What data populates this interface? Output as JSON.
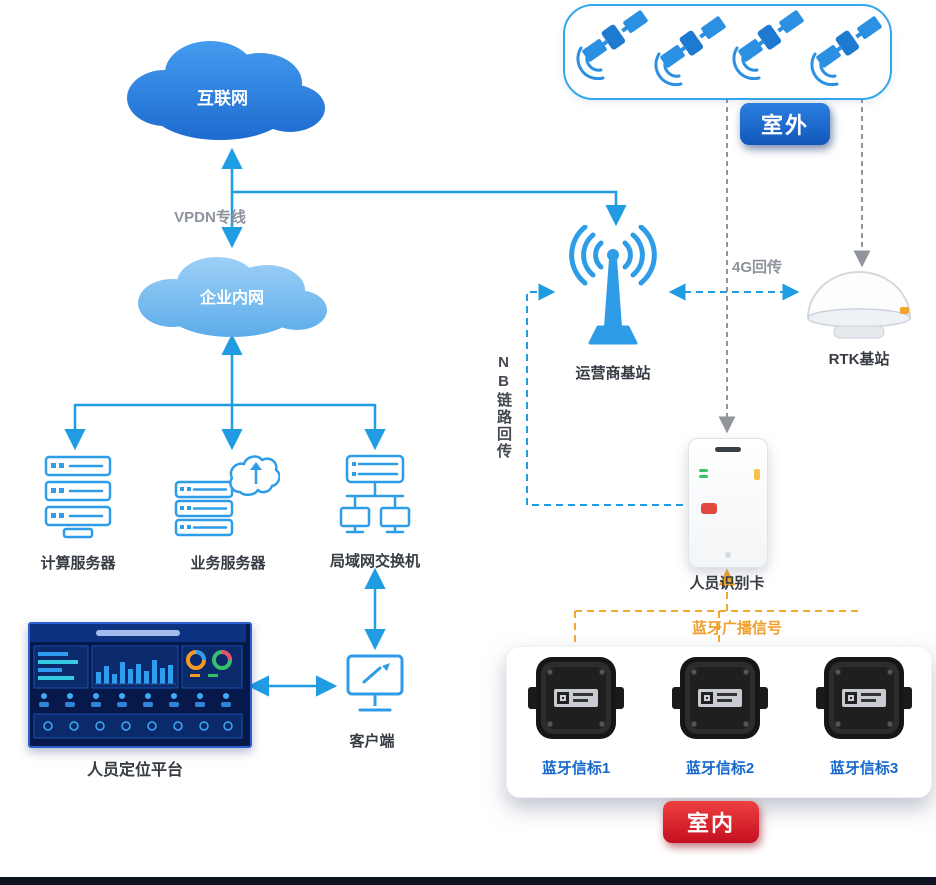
{
  "palette": {
    "accent_blue": "#1f9ce2",
    "cloud_blue_dark": "#1a67cd",
    "cloud_blue_light": "#5aabe8",
    "badge_blue": "#1257b9",
    "badge_red": "#c40f1f",
    "wire_gray": "#8f959b",
    "wire_yellow": "#f0a830",
    "beacon_label_blue": "#1668cc",
    "icon_blue": "#2f9ce8"
  },
  "nodes": {
    "internet": {
      "label": "互联网"
    },
    "vpdn": {
      "label": "VPDN专线"
    },
    "intranet": {
      "label": "企业内网"
    },
    "outdoor_badge": {
      "label": "室外"
    },
    "operator_station": {
      "label": "运营商基站"
    },
    "g4_backhaul": {
      "label": "4G回传"
    },
    "rtk_station": {
      "label": "RTK基站"
    },
    "nb_backhaul": {
      "label": "NB链路回传"
    },
    "compute_server": {
      "label": "计算服务器"
    },
    "business_server": {
      "label": "业务服务器"
    },
    "lan_switch": {
      "label": "局域网交换机"
    },
    "person_card": {
      "label": "人员识别卡"
    },
    "bt_broadcast": {
      "label": "蓝牙广播信号"
    },
    "beacons": [
      {
        "label": "蓝牙信标1"
      },
      {
        "label": "蓝牙信标2"
      },
      {
        "label": "蓝牙信标3"
      }
    ],
    "indoor_badge": {
      "label": "室内"
    },
    "client": {
      "label": "客户端"
    },
    "platform": {
      "label": "人员定位平台"
    }
  }
}
